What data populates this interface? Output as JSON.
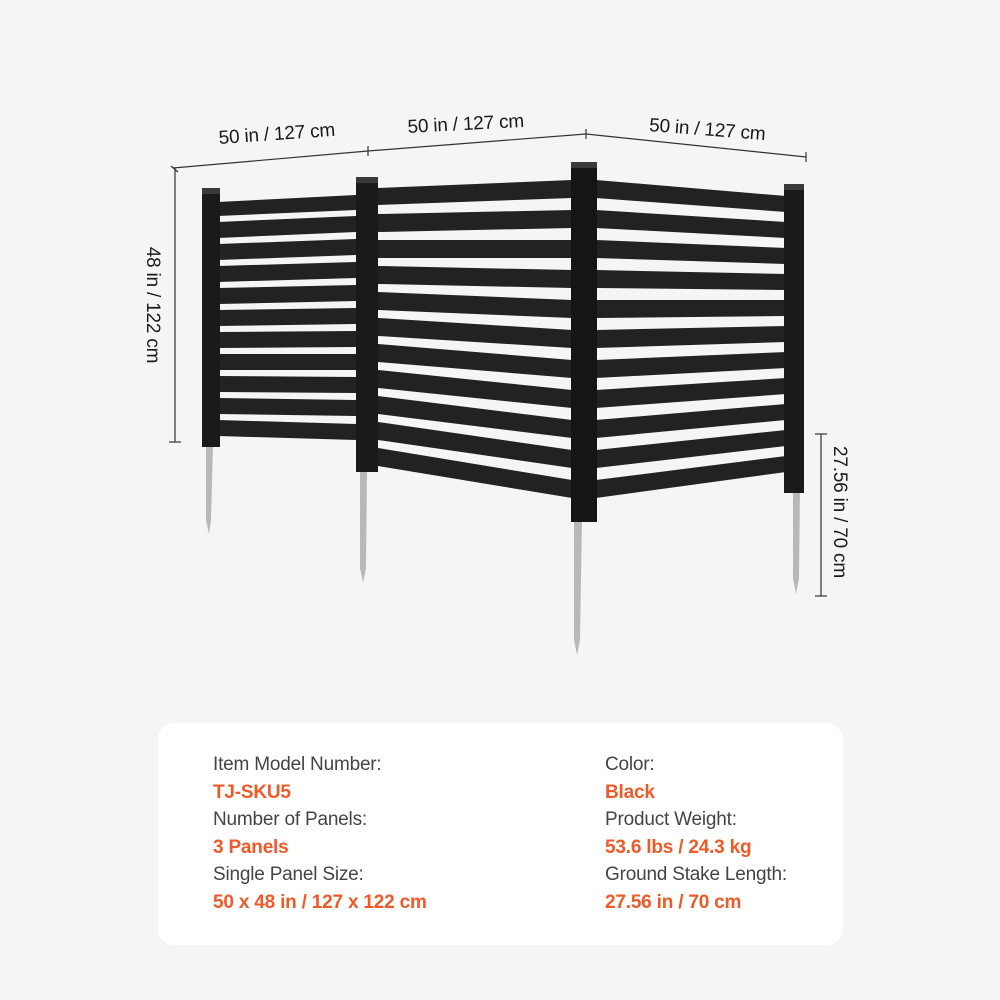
{
  "dimensions": {
    "panel_1_width": "50 in / 127 cm",
    "panel_2_width": "50 in / 127 cm",
    "panel_3_width": "50 in / 127 cm",
    "panel_height": "48 in / 122 cm",
    "stake_length": "27.56 in / 70 cm"
  },
  "product_image": {
    "subject": "3-panel black horizontal-slat privacy fence with ground stakes",
    "panel_count": 3,
    "slats_per_panel": 11,
    "colors": {
      "fence": "#1e1e1e",
      "stake": "#b5b5b5",
      "dimension_line": "#333333"
    }
  },
  "specs": {
    "left": [
      {
        "label": "Item Model Number:",
        "value": "TJ-SKU5"
      },
      {
        "label": "Number of Panels:",
        "value": "3 Panels"
      },
      {
        "label": "Single Panel Size:",
        "value": "50 x 48 in / 127 x 122 cm"
      }
    ],
    "right": [
      {
        "label": "Color:",
        "value": "Black"
      },
      {
        "label": "Product Weight:",
        "value": "53.6 lbs / 24.3 kg"
      },
      {
        "label": "Ground Stake Length:",
        "value": "27.56 in / 70 cm"
      }
    ]
  },
  "theme": {
    "background": "#f5f5f5",
    "card": "#ffffff",
    "label_color": "#444444",
    "accent": "#f05a28"
  }
}
